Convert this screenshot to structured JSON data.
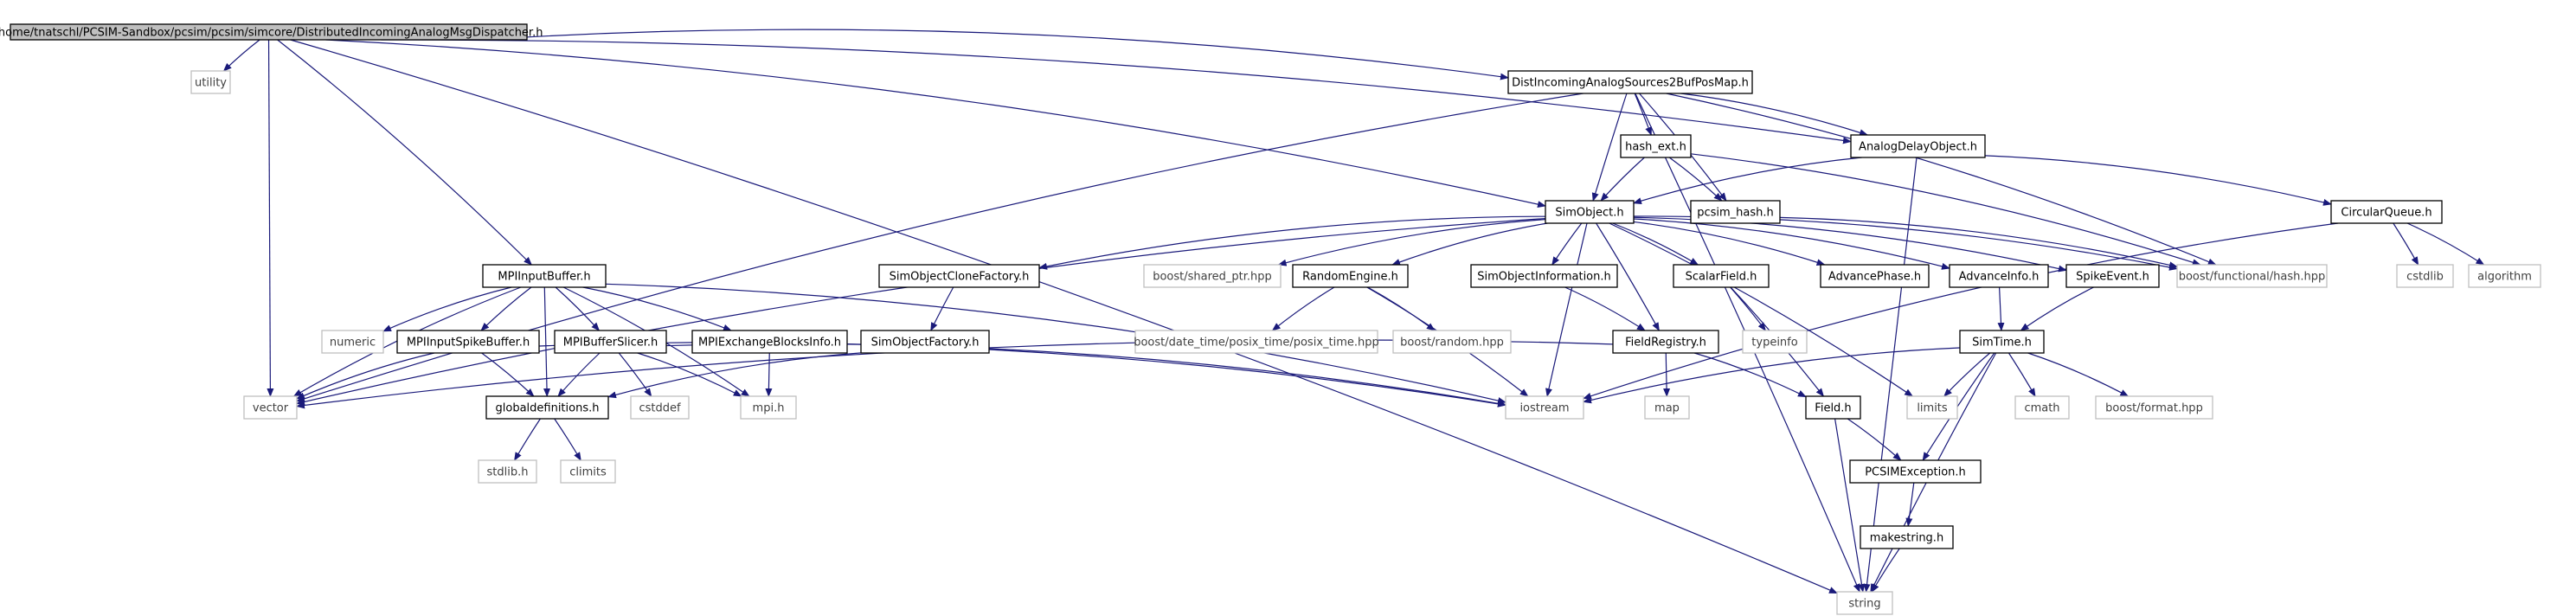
{
  "colors": {
    "root_fill": "#bfbfbf",
    "root_stroke": "#000000",
    "file_stroke": "#000000",
    "system_stroke": "#bfbfbf",
    "edge": "#1a1a7a",
    "text": "#000000",
    "system_text": "#404040"
  },
  "nodes": [
    {
      "id": "root",
      "label": "/home/tnatschl/PCSIM-Sandbox/pcsim/pcsim/simcore/DistributedIncomingAnalogMsgDispatcher.h",
      "kind": "root"
    },
    {
      "id": "utility",
      "label": "utility",
      "kind": "system"
    },
    {
      "id": "vector",
      "label": "vector",
      "kind": "system"
    },
    {
      "id": "string",
      "label": "string",
      "kind": "system"
    },
    {
      "id": "distmap",
      "label": "DistIncomingAnalogSources2BufPosMap.h",
      "kind": "file"
    },
    {
      "id": "analogdelay",
      "label": "AnalogDelayObject.h",
      "kind": "file"
    },
    {
      "id": "hashext",
      "label": "hash_ext.h",
      "kind": "file"
    },
    {
      "id": "pcsimhash",
      "label": "pcsim_hash.h",
      "kind": "file"
    },
    {
      "id": "simobject",
      "label": "SimObject.h",
      "kind": "file"
    },
    {
      "id": "circularqueue",
      "label": "CircularQueue.h",
      "kind": "file"
    },
    {
      "id": "cstdlib",
      "label": "cstdlib",
      "kind": "system"
    },
    {
      "id": "algorithm",
      "label": "algorithm",
      "kind": "system"
    },
    {
      "id": "mpiinput",
      "label": "MPIInputBuffer.h",
      "kind": "file"
    },
    {
      "id": "numeric",
      "label": "numeric",
      "kind": "system"
    },
    {
      "id": "mpispike",
      "label": "MPIInputSpikeBuffer.h",
      "kind": "file"
    },
    {
      "id": "mpislicer",
      "label": "MPIBufferSlicer.h",
      "kind": "file"
    },
    {
      "id": "mpiexchange",
      "label": "MPIExchangeBlocksInfo.h",
      "kind": "file"
    },
    {
      "id": "globaldef",
      "label": "globaldefinitions.h",
      "kind": "file"
    },
    {
      "id": "stdlib",
      "label": "stdlib.h",
      "kind": "system"
    },
    {
      "id": "climits",
      "label": "climits",
      "kind": "system"
    },
    {
      "id": "cstddef",
      "label": "cstddef",
      "kind": "system"
    },
    {
      "id": "mpih",
      "label": "mpi.h",
      "kind": "system"
    },
    {
      "id": "cloneFactory",
      "label": "SimObjectCloneFactory.h",
      "kind": "file"
    },
    {
      "id": "objFactory",
      "label": "SimObjectFactory.h",
      "kind": "file"
    },
    {
      "id": "sharedptr",
      "label": "boost/shared_ptr.hpp",
      "kind": "system"
    },
    {
      "id": "randomengine",
      "label": "RandomEngine.h",
      "kind": "file"
    },
    {
      "id": "posixtime",
      "label": "boost/date_time/posix_time/posix_time.hpp",
      "kind": "system"
    },
    {
      "id": "boostrandom",
      "label": "boost/random.hpp",
      "kind": "system"
    },
    {
      "id": "siminfo",
      "label": "SimObjectInformation.h",
      "kind": "file"
    },
    {
      "id": "fieldregistry",
      "label": "FieldRegistry.h",
      "kind": "file"
    },
    {
      "id": "iostream",
      "label": "iostream",
      "kind": "system"
    },
    {
      "id": "map",
      "label": "map",
      "kind": "system"
    },
    {
      "id": "scalarfield",
      "label": "ScalarField.h",
      "kind": "file"
    },
    {
      "id": "typeinfo",
      "label": "typeinfo",
      "kind": "system"
    },
    {
      "id": "field",
      "label": "Field.h",
      "kind": "file"
    },
    {
      "id": "advancephase",
      "label": "AdvancePhase.h",
      "kind": "file"
    },
    {
      "id": "advanceinfo",
      "label": "AdvanceInfo.h",
      "kind": "file"
    },
    {
      "id": "spikeevent",
      "label": "SpikeEvent.h",
      "kind": "file"
    },
    {
      "id": "boosthash",
      "label": "boost/functional/hash.hpp",
      "kind": "system"
    },
    {
      "id": "simtime",
      "label": "SimTime.h",
      "kind": "file"
    },
    {
      "id": "limits",
      "label": "limits",
      "kind": "system"
    },
    {
      "id": "cmath",
      "label": "cmath",
      "kind": "system"
    },
    {
      "id": "boostformat",
      "label": "boost/format.hpp",
      "kind": "system"
    },
    {
      "id": "pcsimexc",
      "label": "PCSIMException.h",
      "kind": "file"
    },
    {
      "id": "makestring",
      "label": "makestring.h",
      "kind": "file"
    }
  ],
  "edges": [
    [
      "root",
      "utility"
    ],
    [
      "root",
      "vector"
    ],
    [
      "root",
      "string"
    ],
    [
      "root",
      "distmap"
    ],
    [
      "root",
      "analogdelay"
    ],
    [
      "root",
      "simobject"
    ],
    [
      "root",
      "mpiinput"
    ],
    [
      "distmap",
      "hashext"
    ],
    [
      "distmap",
      "pcsimhash"
    ],
    [
      "distmap",
      "simobject"
    ],
    [
      "distmap",
      "analogdelay"
    ],
    [
      "distmap",
      "vector"
    ],
    [
      "distmap",
      "string"
    ],
    [
      "distmap",
      "boosthash"
    ],
    [
      "hashext",
      "pcsimhash"
    ],
    [
      "hashext",
      "simobject"
    ],
    [
      "hashext",
      "boosthash"
    ],
    [
      "pcsimhash",
      "boosthash"
    ],
    [
      "analogdelay",
      "simobject"
    ],
    [
      "analogdelay",
      "circularqueue"
    ],
    [
      "analogdelay",
      "string"
    ],
    [
      "circularqueue",
      "cstdlib"
    ],
    [
      "circularqueue",
      "algorithm"
    ],
    [
      "circularqueue",
      "iostream"
    ],
    [
      "simobject",
      "vector"
    ],
    [
      "simobject",
      "cloneFactory"
    ],
    [
      "simobject",
      "sharedptr"
    ],
    [
      "simobject",
      "randomengine"
    ],
    [
      "simobject",
      "siminfo"
    ],
    [
      "simobject",
      "fieldregistry"
    ],
    [
      "simobject",
      "scalarfield"
    ],
    [
      "simobject",
      "advancephase"
    ],
    [
      "simobject",
      "advanceinfo"
    ],
    [
      "simobject",
      "spikeevent"
    ],
    [
      "simobject",
      "boosthash"
    ],
    [
      "simobject",
      "iostream"
    ],
    [
      "simobject",
      "limits"
    ],
    [
      "cloneFactory",
      "objFactory"
    ],
    [
      "objFactory",
      "globaldef"
    ],
    [
      "randomengine",
      "posixtime"
    ],
    [
      "randomengine",
      "boostrandom"
    ],
    [
      "randomengine",
      "iostream"
    ],
    [
      "siminfo",
      "fieldregistry"
    ],
    [
      "fieldregistry",
      "map"
    ],
    [
      "fieldregistry",
      "field"
    ],
    [
      "fieldregistry",
      "vector"
    ],
    [
      "scalarfield",
      "typeinfo"
    ],
    [
      "scalarfield",
      "field"
    ],
    [
      "field",
      "pcsimexc"
    ],
    [
      "field",
      "string"
    ],
    [
      "advanceinfo",
      "simtime"
    ],
    [
      "spikeevent",
      "simtime"
    ],
    [
      "simtime",
      "iostream"
    ],
    [
      "simtime",
      "limits"
    ],
    [
      "simtime",
      "cmath"
    ],
    [
      "simtime",
      "boostformat"
    ],
    [
      "simtime",
      "pcsimexc"
    ],
    [
      "simtime",
      "string"
    ],
    [
      "pcsimexc",
      "makestring"
    ],
    [
      "makestring",
      "string"
    ],
    [
      "mpiinput",
      "vector"
    ],
    [
      "mpiinput",
      "numeric"
    ],
    [
      "mpiinput",
      "mpispike"
    ],
    [
      "mpiinput",
      "mpislicer"
    ],
    [
      "mpiinput",
      "mpiexchange"
    ],
    [
      "mpiinput",
      "globaldef"
    ],
    [
      "mpiinput",
      "iostream"
    ],
    [
      "mpiinput",
      "mpih"
    ],
    [
      "mpispike",
      "globaldef"
    ],
    [
      "mpispike",
      "vector"
    ],
    [
      "mpispike",
      "iostream"
    ],
    [
      "mpislicer",
      "globaldef"
    ],
    [
      "mpislicer",
      "cstddef"
    ],
    [
      "mpislicer",
      "mpih"
    ],
    [
      "mpislicer",
      "iostream"
    ],
    [
      "mpiexchange",
      "mpih"
    ],
    [
      "globaldef",
      "stdlib"
    ],
    [
      "globaldef",
      "climits"
    ]
  ]
}
